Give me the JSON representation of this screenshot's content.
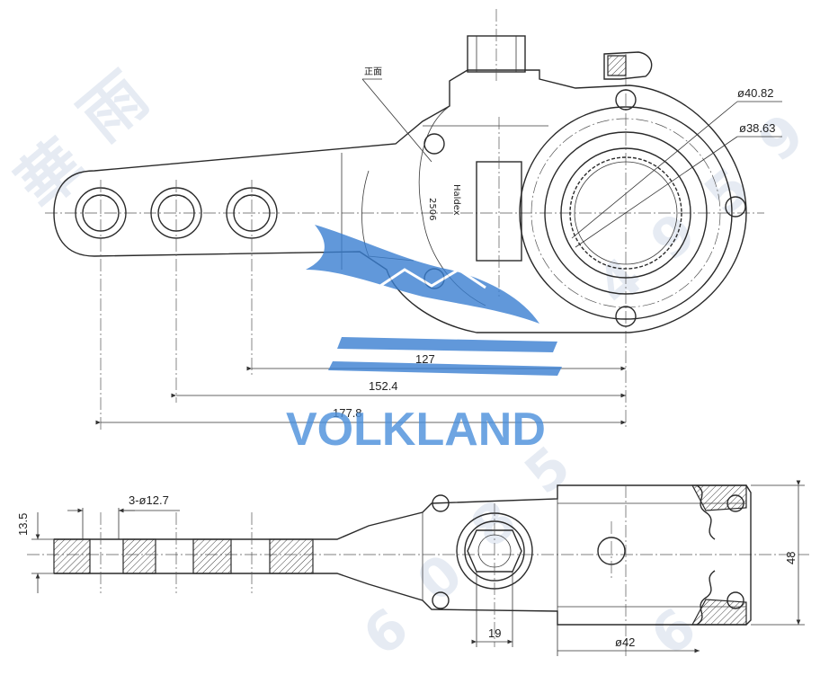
{
  "labels": {
    "front_face": "正面",
    "part_code": "2506",
    "brand_mark": "Haldex",
    "logo_text": "VOLKLAND"
  },
  "dimensions": {
    "bore_outer": "ø40.82",
    "bore_inner": "ø38.63",
    "hole_to_center_1": "127",
    "hole_to_center_2": "152.4",
    "hole_to_center_3": "177.8",
    "thickness": "13.5",
    "holes_spec": "3-ø12.7",
    "height": "48",
    "nut_width": "19",
    "body_dia": "ø42"
  },
  "watermark": {
    "chars": [
      "華",
      "雨"
    ],
    "digits": [
      "4",
      "9",
      "5",
      "6",
      "0",
      "8",
      "5",
      "9",
      "6"
    ]
  }
}
